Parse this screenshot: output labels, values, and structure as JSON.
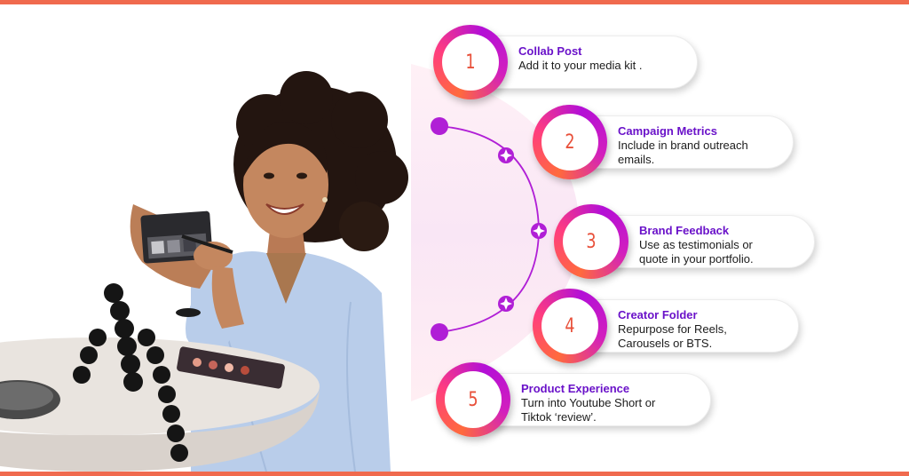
{
  "colors": {
    "accent_orange": "#f06a4e",
    "accent_purple": "#6a12c9",
    "timeline_purple": "#b01fd6",
    "number_color": "#e8503a"
  },
  "steps": [
    {
      "number": "1",
      "title": "Collab Post",
      "description": "Add it to your media kit ."
    },
    {
      "number": "2",
      "title": "Campaign Metrics",
      "description": "Include in brand outreach\n emails."
    },
    {
      "number": "3",
      "title": "Brand Feedback",
      "description": "Use as testimonials or\nquote in your portfolio."
    },
    {
      "number": "4",
      "title": "Creator Folder",
      "description": "Repurpose for Reels,\nCarousels or BTS."
    },
    {
      "number": "5",
      "title": "Product Experience",
      "description": "Turn into Youtube Short or\n Tiktok ‘review’."
    }
  ],
  "icons": {
    "photo": "woman-with-makeup-palette-illustration",
    "timeline_star": "sparkle-icon"
  }
}
